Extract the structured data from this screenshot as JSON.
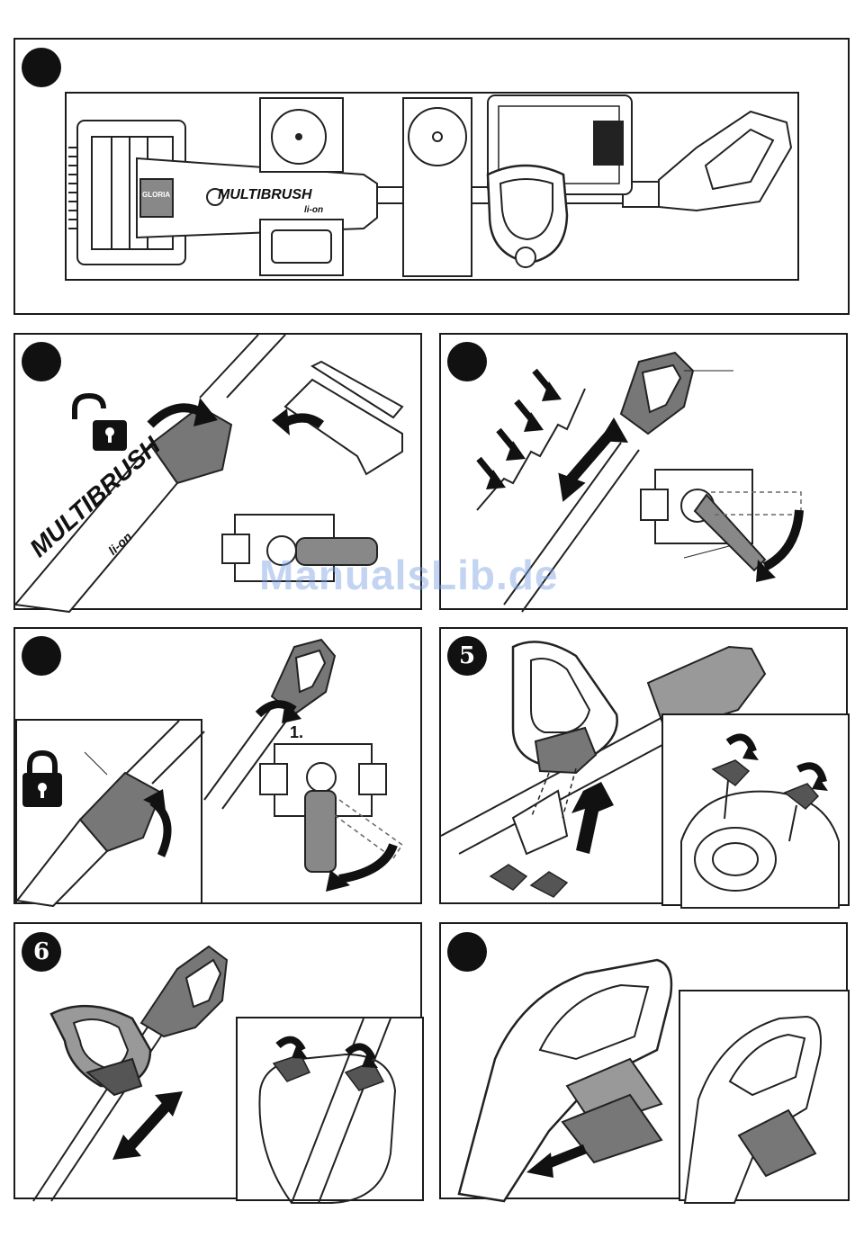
{
  "page": {
    "watermark": "ManualsLib.de"
  },
  "panel1": {
    "badge": "",
    "brand_text": "MULTIBRUSH",
    "brand_sub": "li-on",
    "brand_mark": "GLORIA"
  },
  "panel2": {
    "badge": "",
    "brand_text": "MULTIBRUSH",
    "brand_sub": "li-on",
    "icon": "unlocked-padlock-icon"
  },
  "panel3": {
    "badge": ""
  },
  "panel4": {
    "badge": "",
    "step_label": "1.",
    "icon": "locked-padlock-icon"
  },
  "panel5": {
    "badge": "5"
  },
  "panel6": {
    "badge": "6"
  },
  "panel7": {
    "badge": ""
  }
}
